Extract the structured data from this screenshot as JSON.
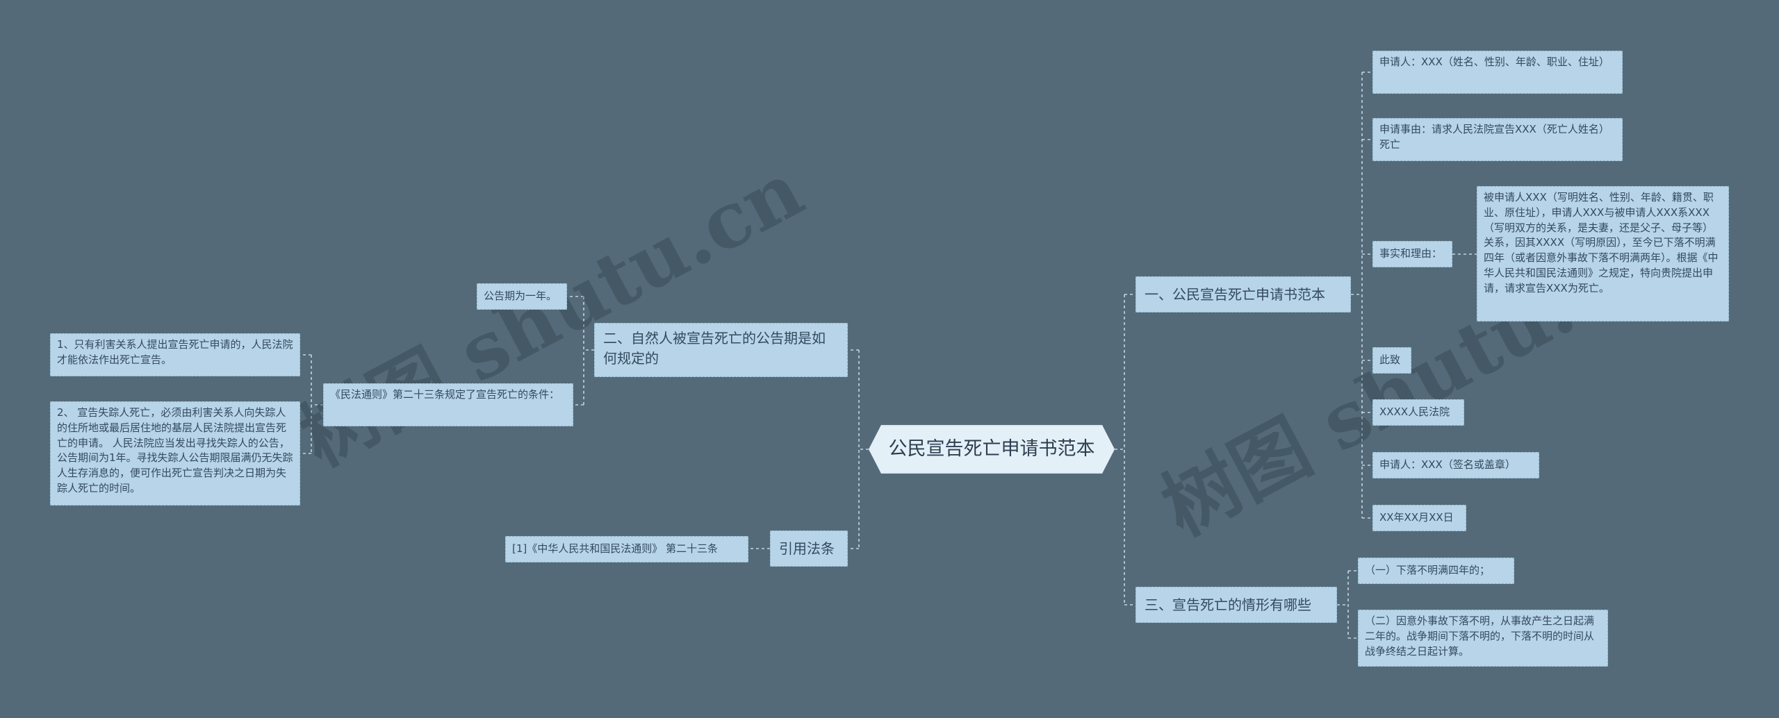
{
  "watermark": "树图 shutu.cn",
  "root": "公民宣告死亡申请书范本",
  "left": {
    "branch2": {
      "title": "二、自然人被宣告死亡的公告期是如何规定的",
      "period": "公告期为一年。",
      "law": "《民法通则》第二十三条规定了宣告死亡的条件：",
      "cond1": "1、只有利害关系人提出宣告死亡申请的，人民法院才能依法作出死亡宣告。",
      "cond2": "2、 宣告失踪人死亡，必须由利害关系人向失踪人的住所地或最后居住地的基层人民法院提出宣告死亡的申请。 人民法院应当发出寻找失踪人的公告，公告期间为1年。寻找失踪人公告期限届满仍无失踪人生存消息的，便可作出死亡宣告判决之日期为失踪人死亡的时间。"
    },
    "citation": {
      "title": "引用法条",
      "item": "[1]《中华人民共和国民法通则》 第二十三条"
    }
  },
  "right": {
    "branch1": {
      "title": "一、公民宣告死亡申请书范本",
      "applicant": "申请人：XXX（姓名、性别、年龄、职业、住址）",
      "matter": "申请事由：请求人民法院宣告XXX（死亡人姓名）死亡",
      "facts_label": "事实和理由：",
      "facts_text": "被申请人XXX（写明姓名、性别、年龄、籍贯、职业、原住址），申请人XXX与被申请人XXX系XXX（写明双方的关系，是夫妻，还是父子、母子等）关系，因其XXXX（写明原因），至今已下落不明满四年（或者因意外事故下落不明满两年）。根据《中华人民共和国民法通则》之规定，特向贵院提出申请，请求宣告XXX为死亡。",
      "cizhi": "此致",
      "court": "XXXX人民法院",
      "sign": "申请人：XXX（签名或盖章）",
      "date": "XX年XX月XX日"
    },
    "branch3": {
      "title": "三、宣告死亡的情形有哪些",
      "case1": "（一）下落不明满四年的；",
      "case2": "（二）因意外事故下落不明，从事故产生之日起满二年的。战争期间下落不明的，下落不明的时间从战争终结之日起计算。"
    }
  }
}
